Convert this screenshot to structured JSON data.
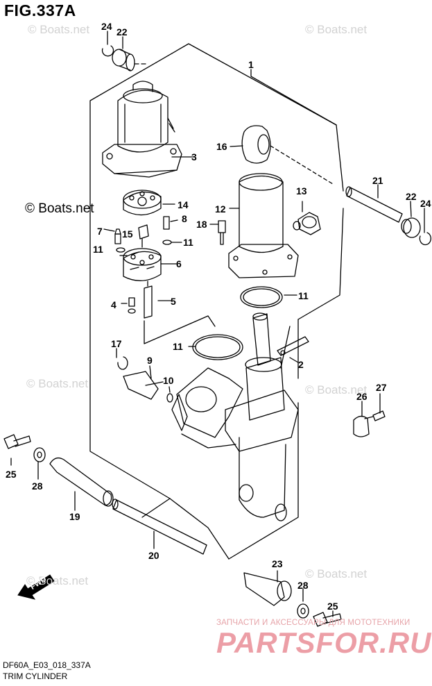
{
  "figure": {
    "title": "FIG.337A",
    "model_code": "DF60A_E03_018_337A",
    "name": "TRIM CYLINDER"
  },
  "watermarks": {
    "boats_light": "© Boats.net",
    "boats_dark": "© Boats.net",
    "promo_line": "ЗАПЧАСТИ И АКСЕССУАРЫ ДЛЯ МОТОТЕХНИКИ",
    "brand": "PARTSFOR.RU"
  },
  "fwd_label": "FWD",
  "callouts": [
    "1",
    "2",
    "3",
    "4",
    "5",
    "6",
    "7",
    "8",
    "9",
    "10",
    "11",
    "12",
    "13",
    "14",
    "15",
    "16",
    "17",
    "18",
    "19",
    "20",
    "21",
    "22",
    "23",
    "24",
    "25",
    "26",
    "27",
    "28"
  ],
  "colors": {
    "line": "#000000",
    "watermark": "#d2d2d2",
    "brand": "#ec9ea6",
    "promo": "#e6a3a8"
  }
}
